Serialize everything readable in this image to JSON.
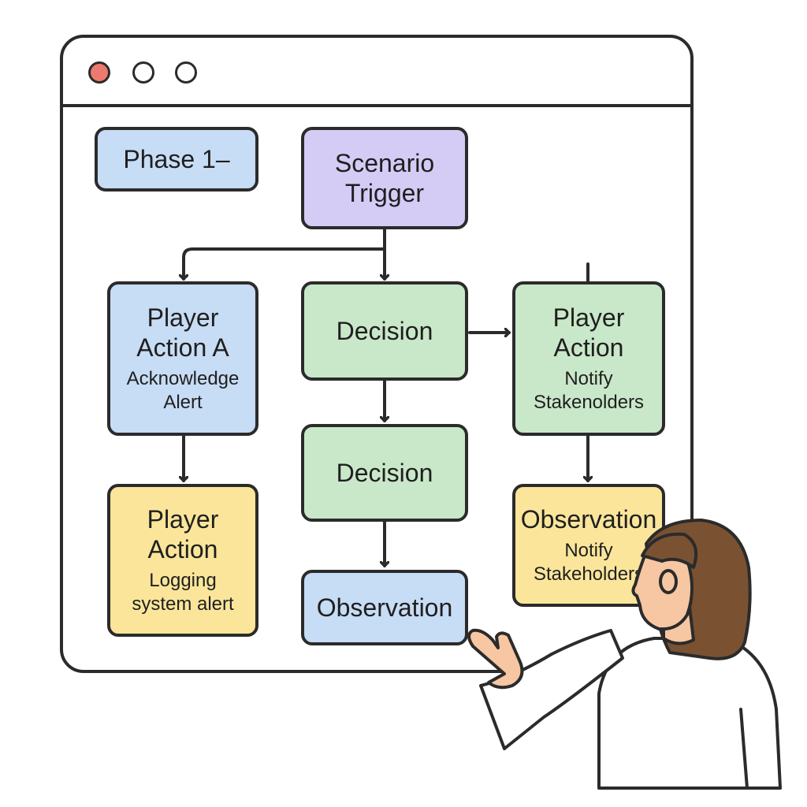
{
  "window": {
    "controls": [
      "close-dot",
      "minimize-dot",
      "maximize-dot"
    ],
    "close_color": "#ee7a6f"
  },
  "diagram": {
    "phase_label": "Phase 1–",
    "nodes": {
      "scenario_trigger": {
        "title": "Scenario\nTrigger",
        "color": "#d4ccf5"
      },
      "player_action_a": {
        "title": "Player\nAction A",
        "sub": "Acknowledge\nAlert",
        "color": "#c7dcf5"
      },
      "decision_1": {
        "title": "Decision",
        "color": "#c9e8c9"
      },
      "player_action_right": {
        "title": "Player\nAction",
        "sub": "Notify\nStakenolders",
        "color": "#c9e8c9"
      },
      "player_action_logging": {
        "title": "Player\nAction",
        "sub": "Logging\nsystem alert",
        "color": "#fae59a"
      },
      "decision_2": {
        "title": "Decision",
        "color": "#c9e8c9"
      },
      "observation_center": {
        "title": "Observation",
        "color": "#c7dcf5"
      },
      "observation_right": {
        "title": "Observation",
        "sub": "Notify\nStakeholders",
        "color": "#fae59a"
      }
    }
  },
  "colors": {
    "stroke": "#2b2b2b",
    "skin": "#f6c7a2",
    "hair": "#7a5232"
  }
}
